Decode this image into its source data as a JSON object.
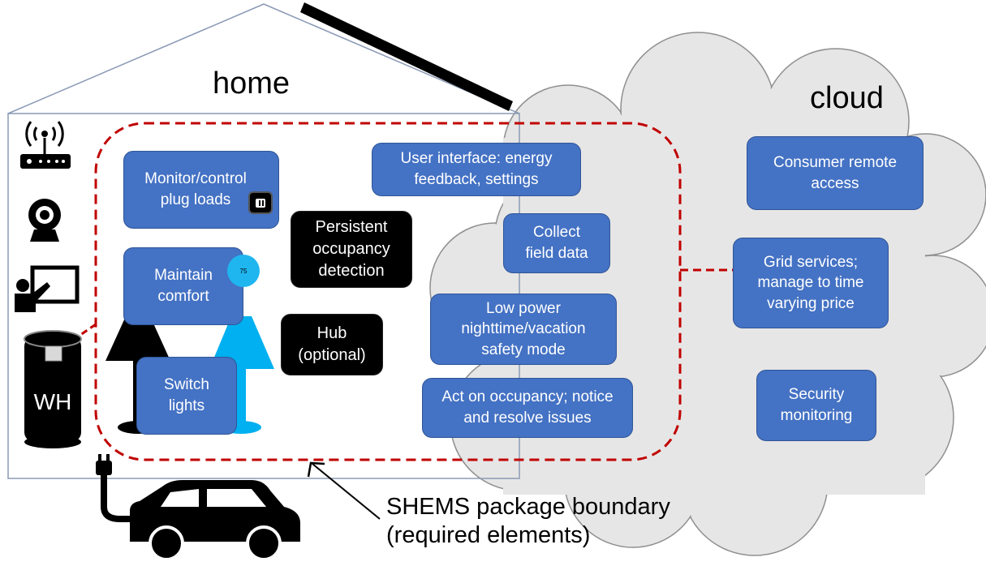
{
  "labels": {
    "home": "home",
    "cloud": "cloud",
    "boundary": "SHEMS package boundary\n(required elements)",
    "water_heater": "WH",
    "thermostat_reading": "75"
  },
  "boxes": {
    "plug_loads": "Monitor/control\nplug loads",
    "maintain_comfort": "Maintain\ncomfort",
    "switch_lights": "Switch\nlights",
    "occupancy_detection": "Persistent\noccupancy\ndetection",
    "hub": "Hub\n(optional)",
    "user_interface": "User interface: energy\nfeedback, settings",
    "collect_field_data": "Collect\nfield data",
    "low_power_mode": "Low power\nnighttime/vacation\nsafety mode",
    "act_on_occupancy": "Act on occupancy; notice\nand resolve issues",
    "consumer_remote_access": "Consumer remote\naccess",
    "grid_services": "Grid services;\nmanage to time\nvarying price",
    "security_monitoring": "Security\nmonitoring"
  },
  "icons": [
    "router-icon",
    "webcam-icon",
    "presentation-screen-icon",
    "water-heater-icon",
    "floor-lamp-icon",
    "table-lamp-icon",
    "smart-plug-icon",
    "thermostat-icon",
    "electric-car-icon",
    "solar-panel-icon"
  ],
  "colors": {
    "box_fill": "#4472C4",
    "box_border": "#2F5597",
    "boundary_line": "#C00000",
    "cloud_fill": "#E7E6E6",
    "lamp_blue": "#00B0F0",
    "thermostat_blue": "#1FB6F0"
  }
}
